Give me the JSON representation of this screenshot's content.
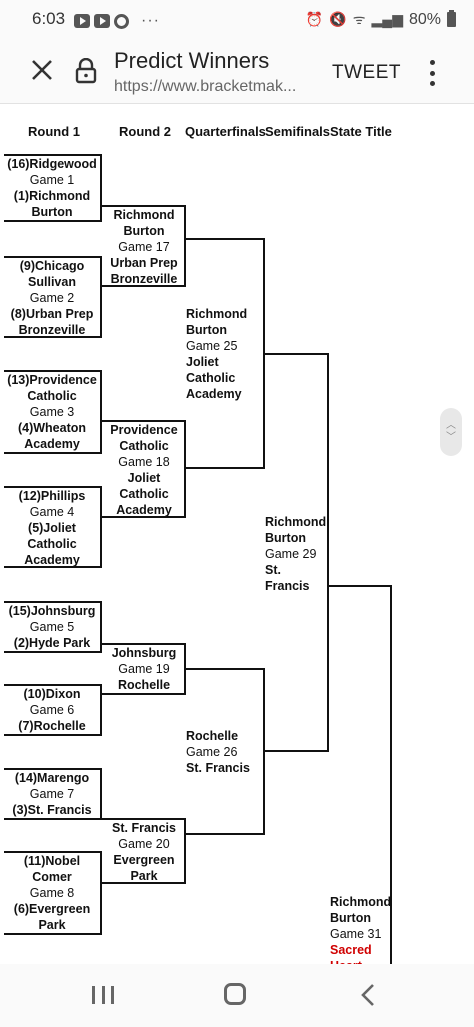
{
  "status_bar": {
    "time": "6:03",
    "battery": "80%",
    "more_dots": "···",
    "icon_names": [
      "youtube-icon",
      "youtube-icon",
      "cbs-icon",
      "alarm-icon",
      "mute-icon",
      "wifi-icon",
      "signal-icon",
      "battery-icon"
    ]
  },
  "app_bar": {
    "title": "Predict Winners",
    "url": "https://www.bracketmak...",
    "tweet_label": "TWEET"
  },
  "bracket": {
    "headers": [
      "Round 1",
      "Round 2",
      "Quarterfinals",
      "Semifinals",
      "State Title"
    ],
    "round1": [
      {
        "top": "(16)Ridgewood",
        "game": "Game 1",
        "bottom": "(1)Richmond Burton"
      },
      {
        "top": "(9)Chicago Sullivan",
        "game": "Game 2",
        "bottom": "(8)Urban Prep Bronzeville"
      },
      {
        "top": "(13)Providence Catholic",
        "game": "Game 3",
        "bottom": "(4)Wheaton Academy"
      },
      {
        "top": "(12)Phillips",
        "game": "Game 4",
        "bottom": "(5)Joliet Catholic Academy"
      },
      {
        "top": "(15)Johnsburg",
        "game": "Game 5",
        "bottom": "(2)Hyde Park"
      },
      {
        "top": "(10)Dixon",
        "game": "Game 6",
        "bottom": "(7)Rochelle"
      },
      {
        "top": "(14)Marengo",
        "game": "Game 7",
        "bottom": "(3)St. Francis"
      },
      {
        "top": "(11)Nobel Comer",
        "game": "Game 8",
        "bottom": "(6)Evergreen Park"
      }
    ],
    "round2": [
      {
        "top": "Richmond Burton",
        "game": "Game 17",
        "bottom": "Urban Prep Bronzeville"
      },
      {
        "top": "Providence Catholic",
        "game": "Game 18",
        "bottom": "Joliet Catholic Academy"
      },
      {
        "top": "Johnsburg",
        "game": "Game 19",
        "bottom": "Rochelle"
      },
      {
        "top": "St. Francis",
        "game": "Game 20",
        "bottom": "Evergreen Park"
      }
    ],
    "quarterfinals": [
      {
        "top": "Richmond Burton",
        "game": "Game 25",
        "bottom": "Joliet Catholic Academy"
      },
      {
        "top": "Rochelle",
        "game": "Game 26",
        "bottom": "St. Francis"
      }
    ],
    "semifinals": [
      {
        "top": "Richmond Burton",
        "game": "Game 29",
        "bottom": "St. Francis"
      }
    ],
    "state_title": {
      "top": "Richmond Burton",
      "game": "Game 31",
      "bottom": "Sacred Heart",
      "bottom_color": "#d00000"
    }
  },
  "nav_bar": {
    "icon_names": [
      "recent-apps-icon",
      "home-icon",
      "back-icon"
    ]
  }
}
